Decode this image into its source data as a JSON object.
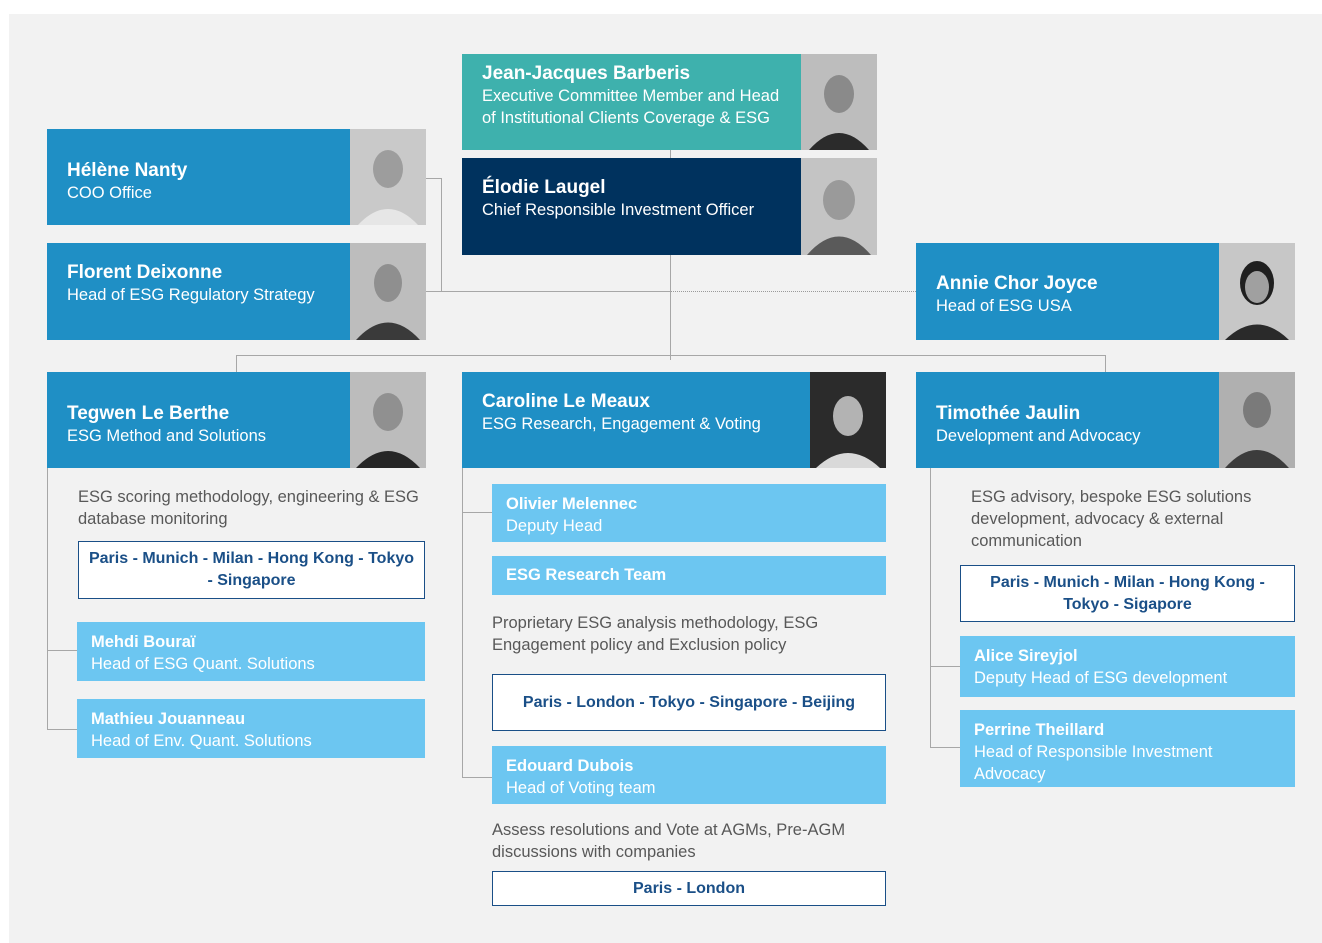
{
  "head": {
    "name": "Jean-Jacques Barberis",
    "role": "Executive Committee Member and Head of Institutional Clients Coverage & ESG"
  },
  "cio": {
    "name": "Élodie Laugel",
    "role": "Chief Responsible Investment Officer"
  },
  "coo": {
    "name": "Hélène Nanty",
    "role": "COO Office"
  },
  "reg": {
    "name": "Florent Deixonne",
    "role": "Head of ESG Regulatory Strategy"
  },
  "usa": {
    "name": "Annie Chor Joyce",
    "role": "Head of ESG USA"
  },
  "col1": {
    "head": {
      "name": "Tegwen Le Berthe",
      "role": "ESG Method and Solutions"
    },
    "desc": "ESG scoring methodology, engineering & ESG database monitoring",
    "locations": "Paris - Munich - Milan - Hong Kong - Tokyo - Singapore",
    "members": [
      {
        "name": "Mehdi Bouraï",
        "role": "Head of ESG Quant. Solutions"
      },
      {
        "name": "Mathieu Jouanneau",
        "role": "Head of Env. Quant. Solutions"
      }
    ]
  },
  "col2": {
    "head": {
      "name": "Caroline Le Meaux",
      "role": "ESG Research, Engagement & Voting"
    },
    "deputy": {
      "name": "Olivier Melennec",
      "role": "Deputy Head"
    },
    "team": "ESG Research Team",
    "team_desc": "Proprietary ESG analysis methodology, ESG Engagement policy and Exclusion policy",
    "team_locations": "Paris - London - Tokyo - Singapore - Beijing",
    "voting": {
      "name": "Edouard Dubois",
      "role": "Head of Voting team"
    },
    "voting_desc": "Assess resolutions and Vote at AGMs, Pre-AGM discussions with companies",
    "voting_locations": "Paris - London"
  },
  "col3": {
    "head": {
      "name": "Timothée Jaulin",
      "role": "Development and Advocacy"
    },
    "desc": "ESG advisory, bespoke ESG solutions development, advocacy & external communication",
    "locations": "Paris - Munich - Milan - Hong Kong - Tokyo - Sigapore",
    "members": [
      {
        "name": "Alice Sireyjol",
        "role": "Deputy Head of ESG development"
      },
      {
        "name": "Perrine Theillard",
        "role": "Head of Responsible Investment Advocacy"
      }
    ]
  }
}
